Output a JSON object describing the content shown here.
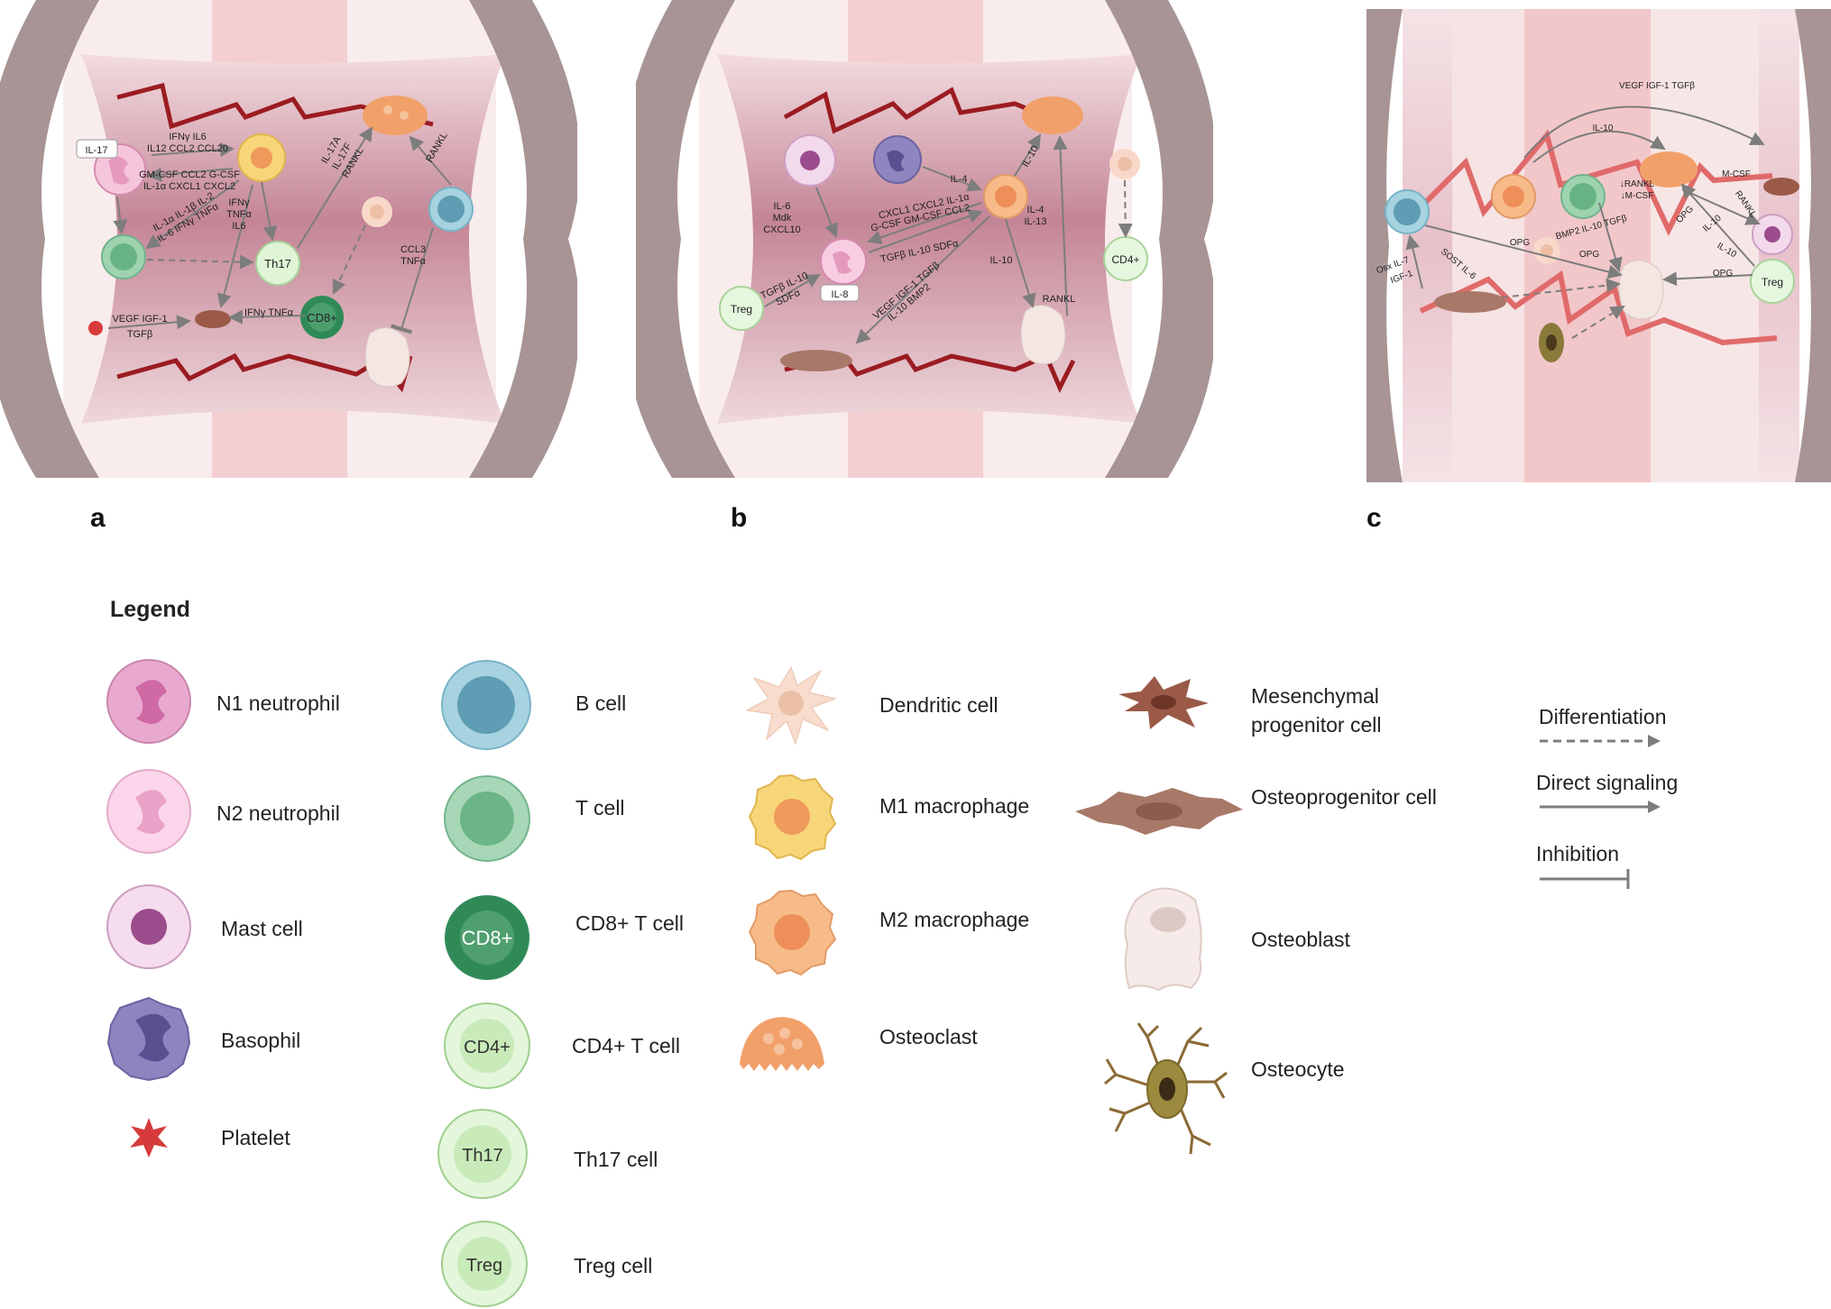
{
  "panels": [
    {
      "letter": "a",
      "il17_tag": "IL-17",
      "labels": [
        "IFNγ  IL6",
        "IL12 CCL2 CCL20",
        "GM-CSF  CCL2  G-CSF",
        "IL-1α  CXCL1  CXCL2",
        "IL-1α  IL-1β  IL-2",
        "IL-6  IFNγ  TNFα",
        "IFNγ",
        "TNFα",
        "IL6",
        "IL-17A",
        "IL-17F",
        "RANKL",
        "RANKL",
        "CCL3",
        "TNFα",
        "VEGF  IGF-1",
        "TGFβ",
        "IFNγ  TNFα"
      ],
      "cell_tags": [
        "Th17",
        "CD8+"
      ]
    },
    {
      "letter": "b",
      "il8_tag": "IL-8",
      "labels": [
        "IL-6",
        "Mdk",
        "CXCL10",
        "IL-4",
        "CXCL1  CXCL2  IL-1α",
        "G-CSF  GM-CSF  CCL2",
        "TGFβ  IL-10  SDFα",
        "VEGF  IGF-1 TGFβ",
        "IL-10 BMP2",
        "TGFβ  IL-10",
        "SDFα",
        "IL-10",
        "IL-4",
        "IL-13",
        "IL-10",
        "RANKL"
      ],
      "cell_tags": [
        "Treg",
        "CD4+"
      ]
    },
    {
      "letter": "c",
      "labels": [
        "VEGF  IGF-1  TGFβ",
        "IL-10",
        "M-CSF",
        "↓RANKL",
        "↓M-CSF",
        "BMP2 IL-10  TGFβ",
        "OPG",
        "OPG",
        "OPG",
        "IL-10",
        "RANKL",
        "IL-10",
        "OPG",
        "Osx  IL-7",
        "IGF-1",
        "SOST  IL-6"
      ],
      "cell_tags": [
        "Treg"
      ]
    }
  ],
  "legend": {
    "title": "Legend",
    "col1": [
      "N1 neutrophil",
      "N2 neutrophil",
      "Mast cell",
      "Basophil",
      "Platelet"
    ],
    "col2": [
      "B cell",
      "T cell",
      "CD8+ T cell",
      "CD4+ T cell",
      "Th17 cell",
      "Treg cell"
    ],
    "col2_tags": [
      "CD8+",
      "CD4+",
      "Th17",
      "Treg"
    ],
    "col3": [
      "Dendritic cell",
      "M1 macrophage",
      "M2 macrophage",
      "Osteoclast"
    ],
    "col4": [
      "Mesenchymal progenitor cell",
      "Osteoprogenitor cell",
      "Osteoblast",
      "Osteocyte"
    ],
    "arrows": [
      "Differentiation",
      "Direct signaling",
      "Inhibition"
    ]
  },
  "colors": {
    "bone": "#a89494",
    "fracture_line_a": "#9b1c22",
    "fracture_line_c": "#e06a6a",
    "tissue": "#c98a9c",
    "arrow": "#7d7d7d"
  }
}
